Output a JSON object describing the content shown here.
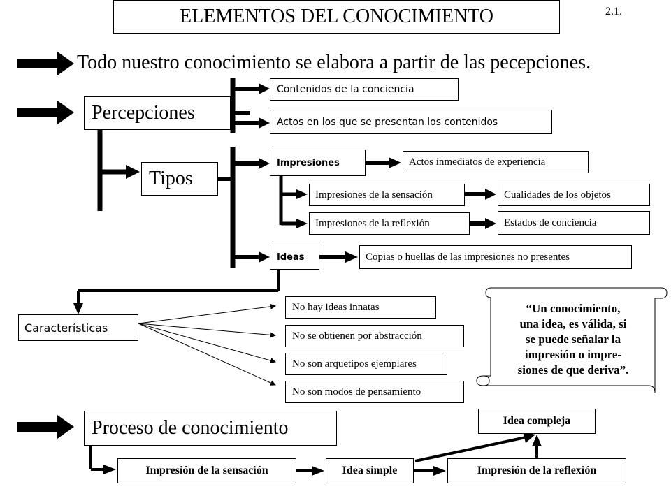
{
  "title": "ELEMENTOS DEL CONOCIMIENTO",
  "slide_number": "2.1.",
  "intro": "Todo nuestro conocimiento se elabora a partir de las pecepciones.",
  "percepciones": {
    "label": "Percepciones",
    "items": [
      "Contenidos de la conciencia",
      "Actos en los que se presentan los contenidos"
    ]
  },
  "tipos": {
    "label": "Tipos",
    "impresiones": "Impresiones",
    "impresiones_desc": "Actos inmediatos de experiencia",
    "sensacion": "Impresiones de la sensación",
    "sensacion_desc": "Cualidades de los objetos",
    "reflexion": "Impresiones de la reflexión",
    "reflexion_desc": "Estados de conciencia",
    "ideas": "Ideas",
    "ideas_desc": "Copias o huellas de las impresiones no presentes"
  },
  "caracteristicas": {
    "label": "Características",
    "items": [
      "No hay ideas innatas",
      "No se obtienen por abstracción",
      "No son arquetipos ejemplares",
      "No son  modos de pensamiento"
    ]
  },
  "quote": {
    "lines": [
      "“Un conocimiento,",
      "una idea, es válida, si",
      "se puede señalar la",
      "impresión o impre-",
      "siones de que deriva”."
    ]
  },
  "proceso": {
    "label": "Proceso de conocimiento",
    "steps": [
      "Impresión de la sensación",
      "Idea simple",
      "Impresión de la reflexión",
      "Idea compleja"
    ]
  }
}
